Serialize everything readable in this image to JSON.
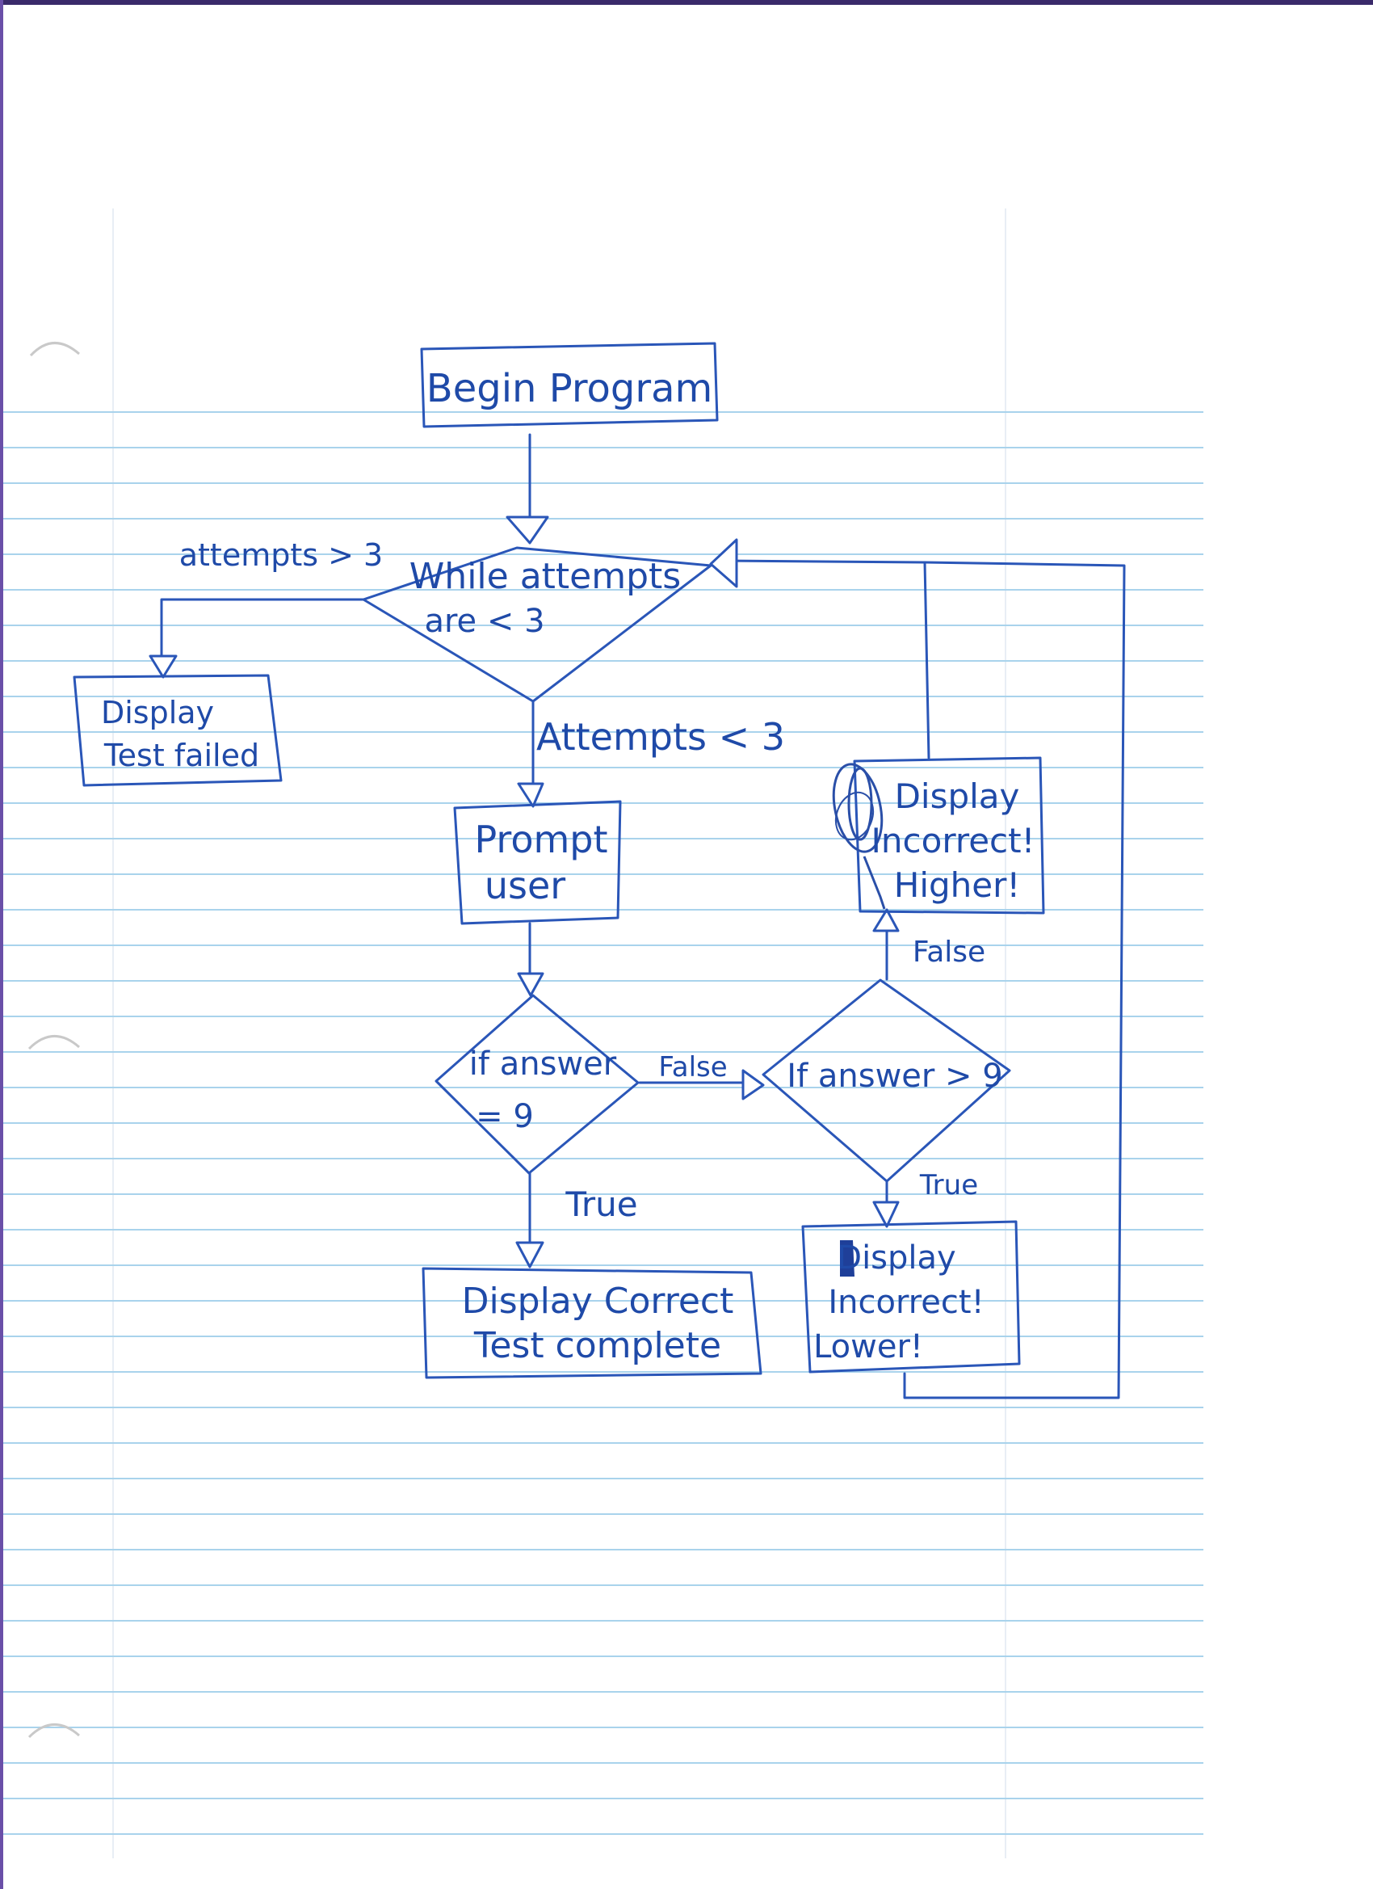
{
  "flowchart": {
    "start": {
      "line1": "Begin Program"
    },
    "loop": {
      "line1": "While attempts",
      "line2": "are  < 3"
    },
    "fail_condition_label": "attempts > 3",
    "fail_box": {
      "line1": "Display",
      "line2": "Test failed"
    },
    "continue_label": "Attempts < 3",
    "prompt": {
      "line1": "Prompt",
      "line2": "user"
    },
    "check_equal": {
      "line1": "if answer",
      "line2": "= 9"
    },
    "equal_false_label": "False",
    "equal_true_label": "True",
    "correct_box": {
      "line1": "Display Correct",
      "line2": "Test complete"
    },
    "check_greater": {
      "line1": "If answer > 9"
    },
    "greater_false_label": "False",
    "greater_true_label": "True",
    "higher_box": {
      "line1": "Display",
      "line2": "Incorrect!",
      "line3": "Higher!"
    },
    "lower_box": {
      "line1": "Display",
      "line2": "Incorrect!",
      "line3": "Lower!"
    }
  },
  "colors": {
    "ink": "#2a56b8",
    "paper_line": "#a9d3ec",
    "margin": "#e8eef5"
  }
}
